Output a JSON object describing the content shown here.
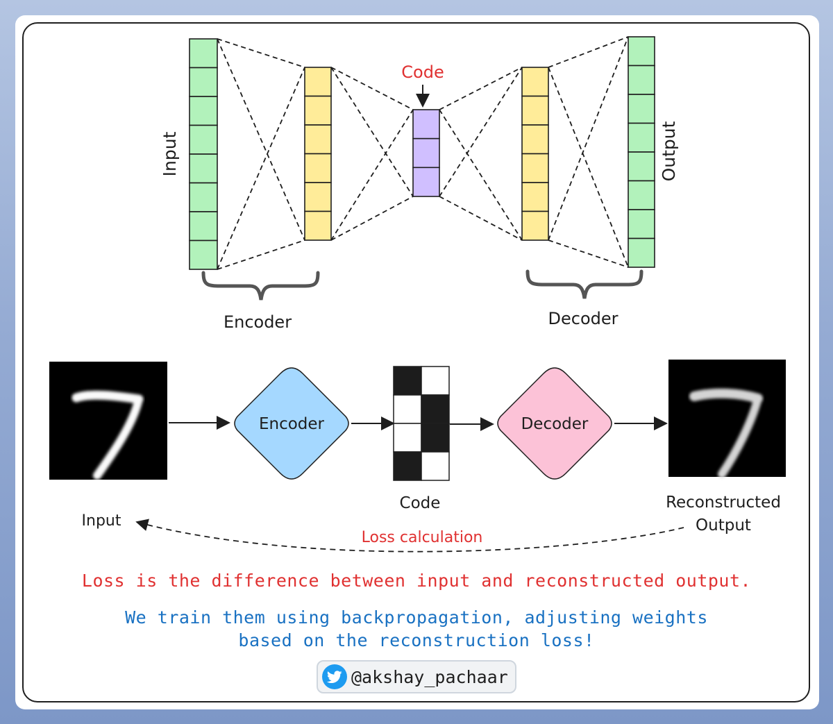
{
  "top_diagram": {
    "input_label": "Input",
    "output_label": "Output",
    "code_label": "Code",
    "encoder_label": "Encoder",
    "decoder_label": "Decoder",
    "input_cells": 8,
    "encoder_cells": 6,
    "code_cells": 3,
    "decoder_cells": 6,
    "output_cells": 8,
    "colors": {
      "input_output": "#b2f2bb",
      "hidden": "#ffec99",
      "code": "#d0bfff",
      "cell_border": "#1e1e1e"
    }
  },
  "pipeline": {
    "encoder_label": "Encoder",
    "decoder_label": "Decoder",
    "code_label": "Code",
    "input_label": "Input",
    "output_label_line1": "Reconstructed",
    "output_label_line2": "Output",
    "loss_label": "Loss calculation",
    "code_grid": [
      [
        1,
        0
      ],
      [
        0,
        1
      ],
      [
        0,
        1
      ],
      [
        1,
        0
      ]
    ],
    "colors": {
      "encoder": "#a5d8ff",
      "decoder": "#fcc2d7",
      "loss": "#e03131"
    }
  },
  "messages": {
    "loss": "Loss is the difference between input and reconstructed output.",
    "train_line1": "We train them using backpropagation, adjusting weights",
    "train_line2": "based on the reconstruction loss!"
  },
  "handle": {
    "text": "@akshay_pachaar",
    "icon": "twitter-bird-icon"
  }
}
